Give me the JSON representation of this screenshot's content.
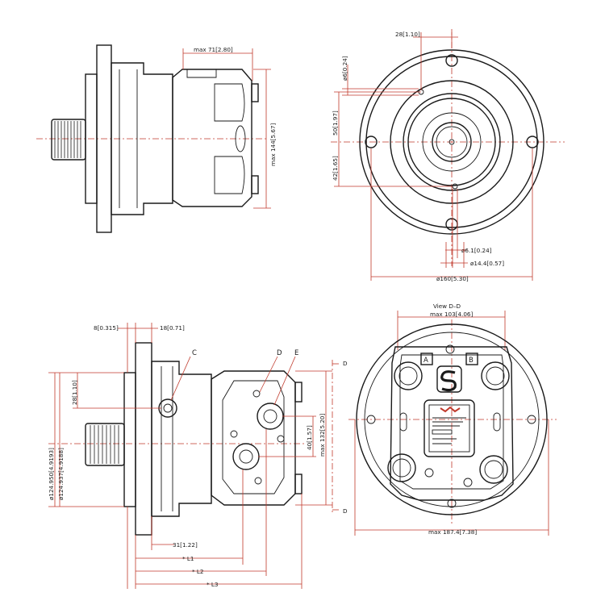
{
  "colors": {
    "outline": "#1a1a1a",
    "dimension_line": "#c0392b",
    "background": "#ffffff",
    "logo_red": "#c0392b"
  },
  "top_side_view": {
    "dim_max_71": "max 71[2.80]",
    "dim_max_144": "max 144[5.67]"
  },
  "top_front_view": {
    "dim_28": "28[1.10]",
    "dim_phi6": "ø6[0.24]",
    "dim_50": "50[1.97]",
    "dim_42": "42[1.65]",
    "dim_phi6_1": "ø6.1[0.24]",
    "dim_phi14_4": "ø14.4[0.57]",
    "dim_phi160": "ø160[5.30]"
  },
  "bottom_side_view": {
    "dim_8": "8[0.315]",
    "dim_18": "18[0.71]",
    "label_c": "C",
    "label_d": "D",
    "label_e": "E",
    "dim_28": "28[1.10]",
    "dim_dia_a": "ø124.950[4.9193]",
    "dim_dia_b": "ø124.937[4.9188]",
    "dim_40": "40[1.57]",
    "dim_max_132": "max 132[5.20]",
    "dim_31": "31[1.22]",
    "dim_l1": "* L1",
    "dim_l2": "* L2",
    "dim_l3": "* L3",
    "section_d_top": "D",
    "section_d_bottom": "D"
  },
  "bottom_end_view": {
    "view_title": "View D–D",
    "dim_max_103": "max 103[4.06]",
    "port_a": "A",
    "port_b": "B",
    "dim_max_187": "max 187.4[7.38]"
  }
}
